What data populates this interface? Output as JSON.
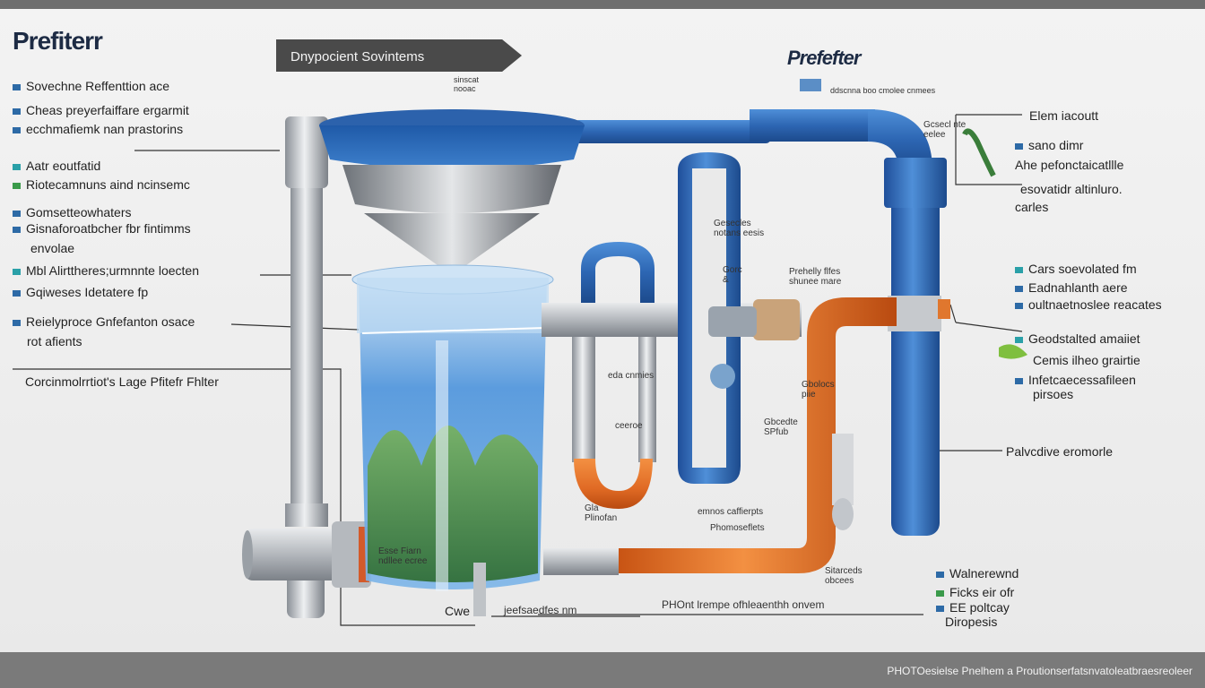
{
  "header": {
    "title": "Prefiterr",
    "banner_label": "Dnypocient Sovintems",
    "banner_sub": "sinscat\nnooac",
    "title_right": "Prefefter",
    "title_right_sub": "ddscnna boo cmolee cnmees"
  },
  "left_labels": [
    "Sovechne Reffenttion ace",
    "Cheas preyerfaiffare ergarmit",
    "ecchmafiemk nan prastorins",
    "Aatr eoutfatid",
    "Riotecamnuns aind ncinsemc",
    "Gomsetteowhaters",
    "Gisnaforoatbcher fbr fintimms",
    "envolae",
    "Mbl Alirttheres;urmnnte loecten",
    "Gqiweses Idetatere fp",
    "Reielyproce Gnfefanton osace",
    "rot afients",
    "Corcinmolrrtiot's Lage Pfitefr Fhlter"
  ],
  "right_labels": [
    "Elem iacoutt",
    "sano dimr",
    "Ahe pefonctaicatllle",
    "esovatidr altinluro.",
    "carles",
    "Cars soevolated fm",
    "Eadnahlanth aere",
    "oultnaetnoslee reacates",
    "Geodstalted amaiiet",
    "Cemis ilheo grairtie",
    "Infetcaecessafileen",
    "pirsoes",
    "Palvcdive eromorle",
    "Walnerewnd",
    "Ficks eir ofr",
    "EE poltcay",
    "Diropesis"
  ],
  "center_labels": {
    "cpl": "Gesecles\nnotans eesis",
    "cpl2": "Gorc\n&",
    "cpl3": "Prehelly flfes\nshunee mare",
    "cpl4": "eda cnmies",
    "cpl5": "Gbolocs\npiie",
    "cpl6": "Gbcedte\nSPfub",
    "cpl7": "ceeroe",
    "cpl8": "Gla\nPlinofan",
    "cpl9": "emnos caffierpts",
    "cpl10": "Sitarceds\nobcees",
    "cpl11": "Phomoseflets",
    "cpl12": "Esse Fiarn\nndllee ecree",
    "cpl13": "Cwe",
    "cpl14": "jeefsaedfes nm",
    "cpl15": "PHOnt lrempe ofhleaenthh onvem",
    "cpl16": "Gcsecl nte\neelee"
  },
  "footer": "PHOTOesielse Pnelhem a Proutionserfatsnvatoleatbraesreoleer"
}
